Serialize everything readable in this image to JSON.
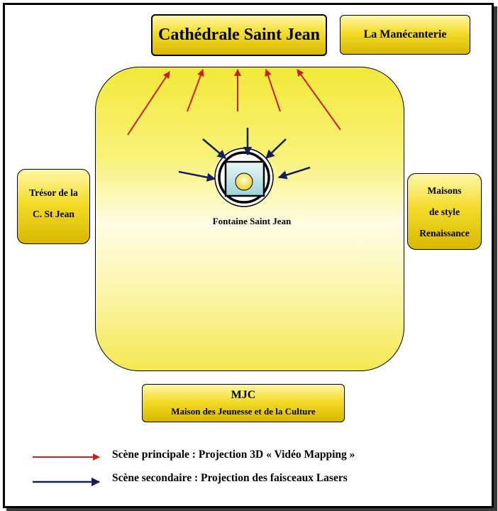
{
  "diagram": {
    "nodes": {
      "cathedrale": "Cathédrale Saint Jean",
      "manecanterie": "La Manécanterie",
      "tresor": [
        "Trésor de la",
        "C. St Jean"
      ],
      "maisons": [
        "Maisons",
        "de style",
        "Renaissance"
      ],
      "mjc_title": "MJC",
      "mjc_subtitle": "Maison des Jeunesse et de la Culture",
      "fontaine": "Fontaine Saint Jean"
    },
    "legend": [
      {
        "label": "Scène principale : Projection 3D « Vidéo Mapping »",
        "color": "#cc1f1f"
      },
      {
        "label": "Scène secondaire : Projection des faisceaux Lasers",
        "color": "#14205a"
      }
    ],
    "colors": {
      "box_fill": "#f3dc2a",
      "plaza_fill": "#f8f27a",
      "primary_arrow": "#cc1f1f",
      "secondary_arrow": "#14205a"
    }
  }
}
